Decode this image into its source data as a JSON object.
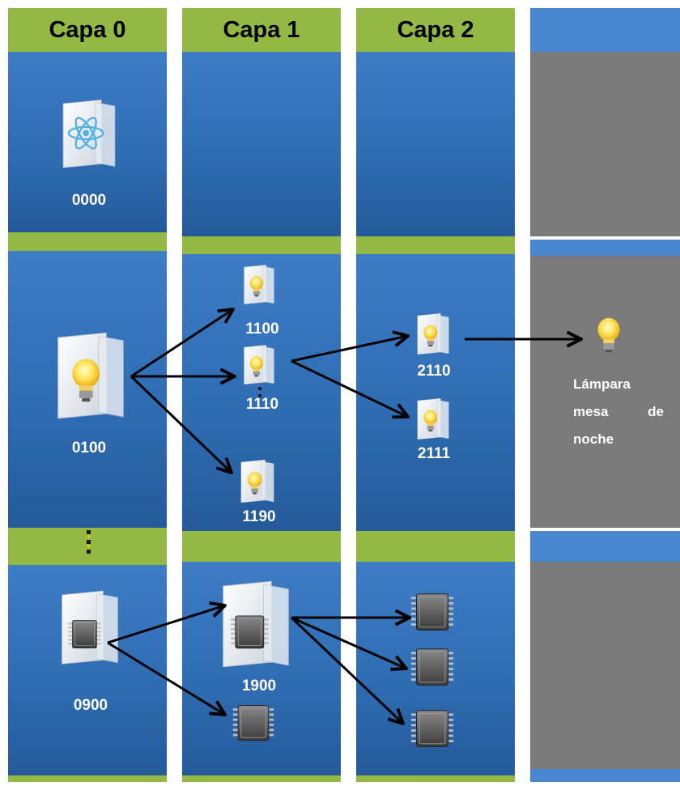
{
  "columns": [
    {
      "title": "Capa 0"
    },
    {
      "title": "Capa 1"
    },
    {
      "title": "Capa 2"
    },
    {
      "title": ""
    }
  ],
  "nodes": {
    "n0000": "0000",
    "n0100": "0100",
    "n0900": "0900",
    "n1100": "1100",
    "n1110": "1110",
    "n1190": "1190",
    "n1900": "1900",
    "n2110": "2110",
    "n2111": "2111"
  },
  "device": {
    "line1": "Lámpara",
    "line2_a": "mesa",
    "line2_b": "de",
    "line3": "noche"
  },
  "icons": {
    "root": "atom-folder-icon",
    "lighting": "lightbulb-folder-icon",
    "lamp": "lightbulb-icon",
    "chip": "microchip-icon",
    "chip_folder": "microchip-folder-icon"
  },
  "colors": {
    "green": "#93b944",
    "blue": "#2f6db3",
    "gray": "#7a7a7a",
    "bulb": "#f7c21e"
  }
}
